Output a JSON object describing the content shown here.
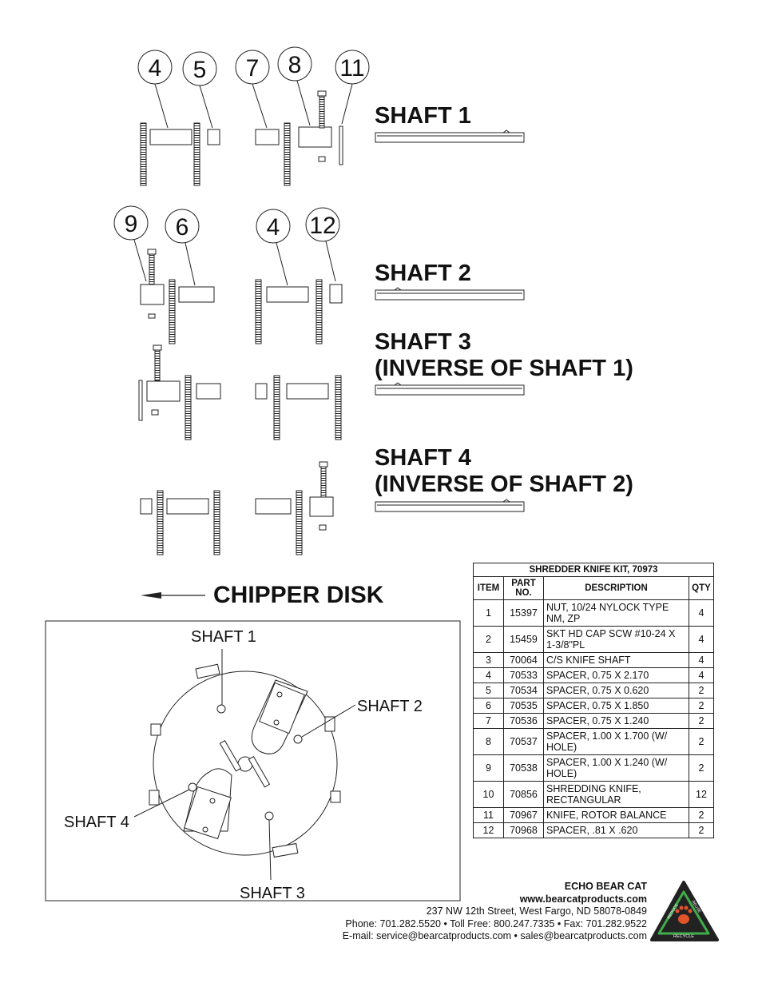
{
  "callouts_row1": [
    "4",
    "5",
    "7",
    "8",
    "11"
  ],
  "callouts_row2": [
    "9",
    "6",
    "4",
    "12"
  ],
  "shafts": {
    "shaft1": "SHAFT 1",
    "shaft2": "SHAFT 2",
    "shaft3_line1": "SHAFT 3",
    "shaft3_line2": "(INVERSE OF SHAFT 1)",
    "shaft4_line1": "SHAFT 4",
    "shaft4_line2": "(INVERSE OF SHAFT 2)"
  },
  "chipper": {
    "title": "CHIPPER DISK",
    "label_shaft1": "SHAFT 1",
    "label_shaft2": "SHAFT 2",
    "label_shaft3": "SHAFT 3",
    "label_shaft4": "SHAFT 4"
  },
  "bom": {
    "title": "SHREDDER KNIFE KIT, 70973",
    "headers": [
      "ITEM",
      "PART NO.",
      "DESCRIPTION",
      "QTY"
    ],
    "rows": [
      [
        "1",
        "15397",
        "NUT, 10/24 NYLOCK TYPE NM, ZP",
        "4"
      ],
      [
        "2",
        "15459",
        "SKT HD CAP SCW #10-24 X 1-3/8\"PL",
        "4"
      ],
      [
        "3",
        "70064",
        "C/S KNIFE SHAFT",
        "4"
      ],
      [
        "4",
        "70533",
        "SPACER, 0.75 X 2.170",
        "4"
      ],
      [
        "5",
        "70534",
        "SPACER, 0.75 X 0.620",
        "2"
      ],
      [
        "6",
        "70535",
        "SPACER, 0.75 X 1.850",
        "2"
      ],
      [
        "7",
        "70536",
        "SPACER, 0.75 X 1.240",
        "2"
      ],
      [
        "8",
        "70537",
        "SPACER, 1.00 X 1.700 (W/ HOLE)",
        "2"
      ],
      [
        "9",
        "70538",
        "SPACER, 1.00 X 1.240 (W/ HOLE)",
        "2"
      ],
      [
        "10",
        "70856",
        "SHREDDING KNIFE, RECTANGULAR",
        "12"
      ],
      [
        "11",
        "70967",
        "KNIFE, ROTOR BALANCE",
        "2"
      ],
      [
        "12",
        "70968",
        "SPACER, .81 X .620",
        "2"
      ]
    ]
  },
  "footer": {
    "company": "ECHO BEAR CAT",
    "website": "www.bearcatproducts.com",
    "address": "237 NW 12th Street, West Fargo, ND 58078-0849",
    "phone": "Phone: 701.282.5520 • Toll Free: 800.247.7335 • Fax: 701.282.9522",
    "email": "E-mail: service@bearcatproducts.com • sales@bearcatproducts.com"
  },
  "logo": {
    "left_word": "REDUCE",
    "right_word": "REUSE",
    "bottom_word": "RECYCLE",
    "colors": {
      "fill": "#222222",
      "ring": "#3fae49",
      "paw": "#e0542a"
    }
  }
}
